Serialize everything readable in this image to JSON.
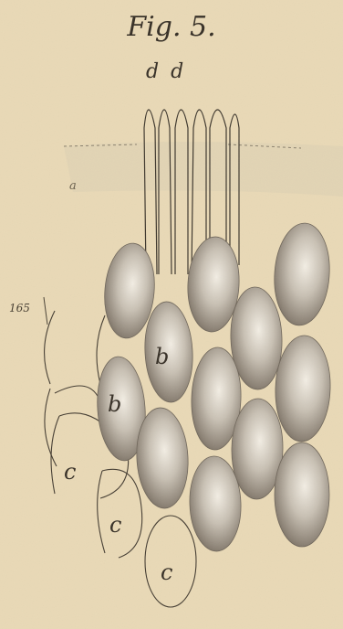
{
  "figure": {
    "title": "Fig. 5.",
    "labels": {
      "d": "d d",
      "a": "a",
      "scale": "165",
      "b1": "b",
      "b2": "b",
      "c1": "c",
      "c2": "c",
      "c3": "c"
    }
  },
  "colors": {
    "paper": "#e9d9b6",
    "ink": "#3a332a",
    "cell_dark": "#7a6f62",
    "cell_mid": "#b8b0a4",
    "cell_light": "#ece6da"
  }
}
